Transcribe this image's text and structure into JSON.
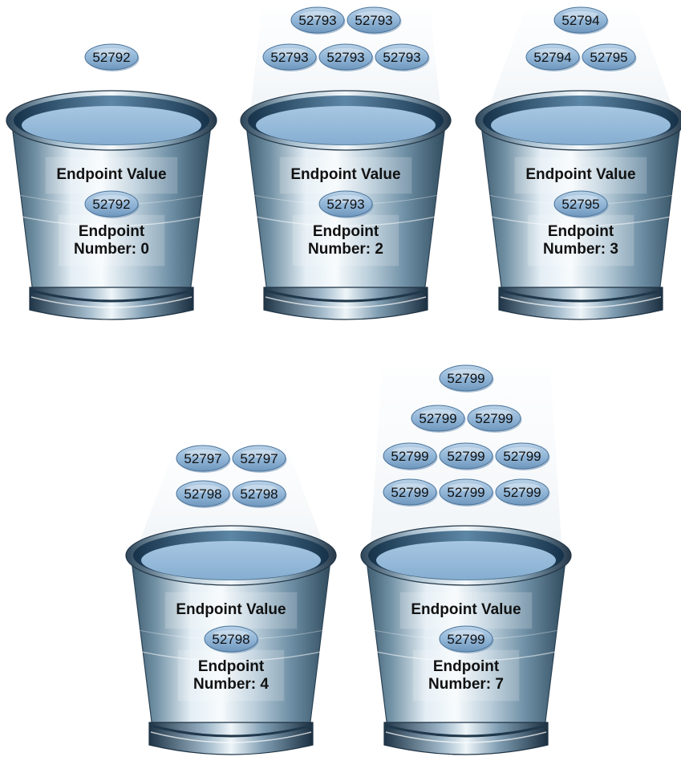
{
  "buckets": [
    {
      "title": "Endpoint Value",
      "endpoint_value": "52792",
      "number_label": "Endpoint",
      "number_text": "Number: 0",
      "values_above": [
        [
          "52792"
        ]
      ]
    },
    {
      "title": "Endpoint Value",
      "endpoint_value": "52793",
      "number_label": "Endpoint",
      "number_text": "Number: 2",
      "values_above": [
        [
          "52793",
          "52793"
        ],
        [
          "52793",
          "52793",
          "52793"
        ]
      ]
    },
    {
      "title": "Endpoint Value",
      "endpoint_value": "52795",
      "number_label": "Endpoint",
      "number_text": "Number: 3",
      "values_above": [
        [
          "52794"
        ],
        [
          "52794",
          "52795"
        ]
      ]
    },
    {
      "title": "Endpoint Value",
      "endpoint_value": "52798",
      "number_label": "Endpoint",
      "number_text": "Number: 4",
      "values_above": [
        [
          "52797",
          "52797"
        ],
        [
          "52798",
          "52798"
        ]
      ]
    },
    {
      "title": "Endpoint Value",
      "endpoint_value": "52799",
      "number_label": "Endpoint",
      "number_text": "Number: 7",
      "values_above": [
        [
          "52799"
        ],
        [
          "52799",
          "52799"
        ],
        [
          "52799",
          "52799",
          "52799"
        ],
        [
          "52799",
          "52799",
          "52799"
        ]
      ]
    }
  ],
  "colors": {
    "pill_fill": "#8fb4d6",
    "water": "#8fb6d8",
    "metal_light": "#e9f1f6",
    "metal_dark": "#3f6278"
  }
}
